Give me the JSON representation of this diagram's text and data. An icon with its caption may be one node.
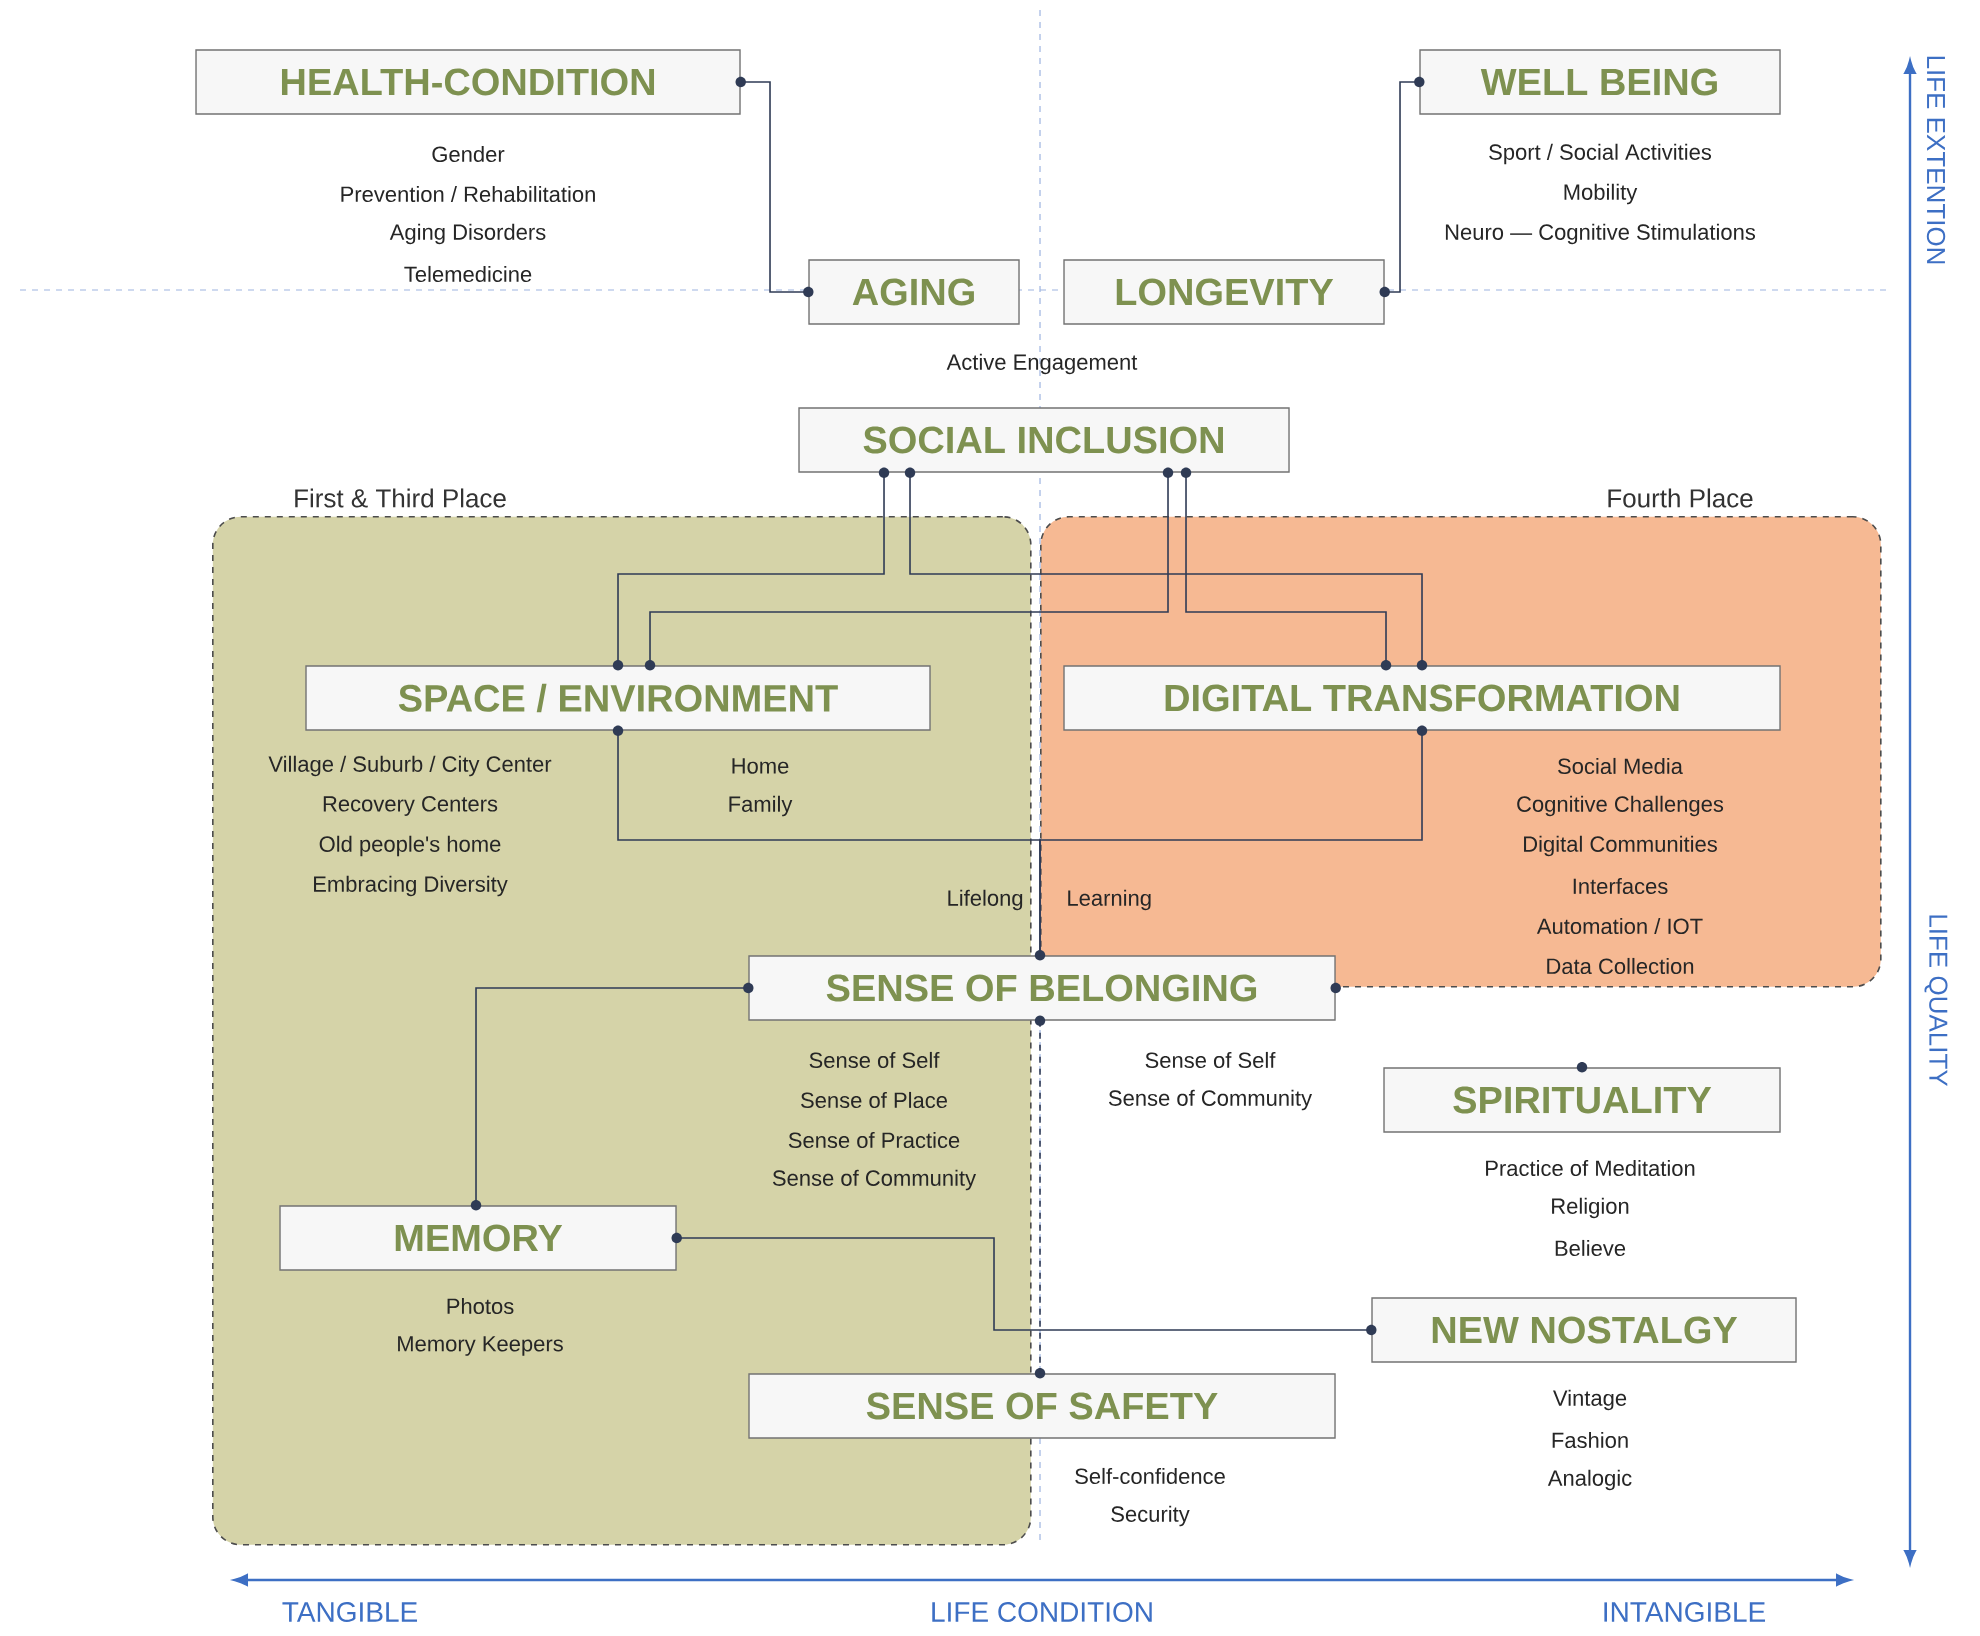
{
  "diagram": {
    "nodes": [
      {
        "text": [
          "First & Third Place"
        ]
      },
      {
        "text": [
          "Fourth Place"
        ]
      },
      {
        "text": [
          "HEALTH-CONDITION"
        ],
        "beside": [
          "Gender",
          "Prevention / Rehabilitation",
          "Aging Disorders",
          "Telemedicine"
        ]
      },
      {
        "text": [
          "WELL BEING"
        ],
        "beside": [
          "Sport / Social Activities",
          "Mobility",
          "Neuro — Cognitive Stimulations"
        ]
      },
      {
        "text": [
          "AGING"
        ]
      },
      {
        "text": [
          "LONGEVITY"
        ]
      },
      {
        "text": [
          "SOCIAL INCLUSION"
        ]
      },
      {
        "text": [
          "SPACE / ENVIRONMENT"
        ],
        "in": 0,
        "beside": [
          "Village / Suburb / City Center",
          "Recovery Centers",
          "Old people's home",
          "Embracing Diversity",
          "Home",
          "Family"
        ]
      },
      {
        "text": [
          "DIGITAL TRANSFORMATION"
        ],
        "in": 1,
        "beside": [
          "Social Media",
          "Cognitive Challenges",
          "Digital Communities",
          "Interfaces",
          "Automation / IOT",
          "Data Collection"
        ]
      },
      {
        "text": [
          "SENSE OF BELONGING"
        ],
        "beside": [
          "Sense of Self",
          "Sense of Place",
          "Sense of Practice",
          "Sense of Community",
          "Sense of Self",
          "Sense of Community"
        ]
      },
      {
        "text": [
          "SPIRITUALITY"
        ],
        "beside": [
          "Practice of Meditation",
          "Religion",
          "Believe"
        ]
      },
      {
        "text": [
          "MEMORY"
        ],
        "in": 0,
        "beside": [
          "Photos",
          "Memory Keepers"
        ]
      },
      {
        "text": [
          "NEW NOSTALGY"
        ],
        "beside": [
          "Vintage",
          "Fashion",
          "Analogic"
        ]
      },
      {
        "text": [
          "SENSE OF SAFETY"
        ],
        "beside": [
          "Self-confidence",
          "Security"
        ]
      }
    ],
    "edges": [
      {
        "from": 2,
        "to": 4,
        "arrow": "none"
      },
      {
        "from": 3,
        "to": 5,
        "arrow": "none"
      },
      {
        "from": 6,
        "to": 7,
        "arrow": "none"
      },
      {
        "from": 6,
        "to": 8,
        "arrow": "none"
      },
      {
        "from": 6,
        "to": 7,
        "arrow": "none"
      },
      {
        "from": 6,
        "to": 8,
        "arrow": "none"
      },
      {
        "from": 7,
        "to": 9,
        "arrow": "none"
      },
      {
        "from": 8,
        "to": 9,
        "arrow": "none"
      },
      {
        "from": 9,
        "to": 11,
        "arrow": "none"
      },
      {
        "from": 9,
        "to": 13,
        "arrow": "none",
        "style": "dashed"
      },
      {
        "from": 11,
        "to": 12,
        "arrow": "none"
      }
    ],
    "labels": [
      "LIFE EXTENTION",
      "Active Engagement",
      "Lifelong",
      "Learning",
      "LIFE QUALITY",
      "TANGIBLE",
      "LIFE CONDITION",
      "INTANGIBLE"
    ]
  }
}
